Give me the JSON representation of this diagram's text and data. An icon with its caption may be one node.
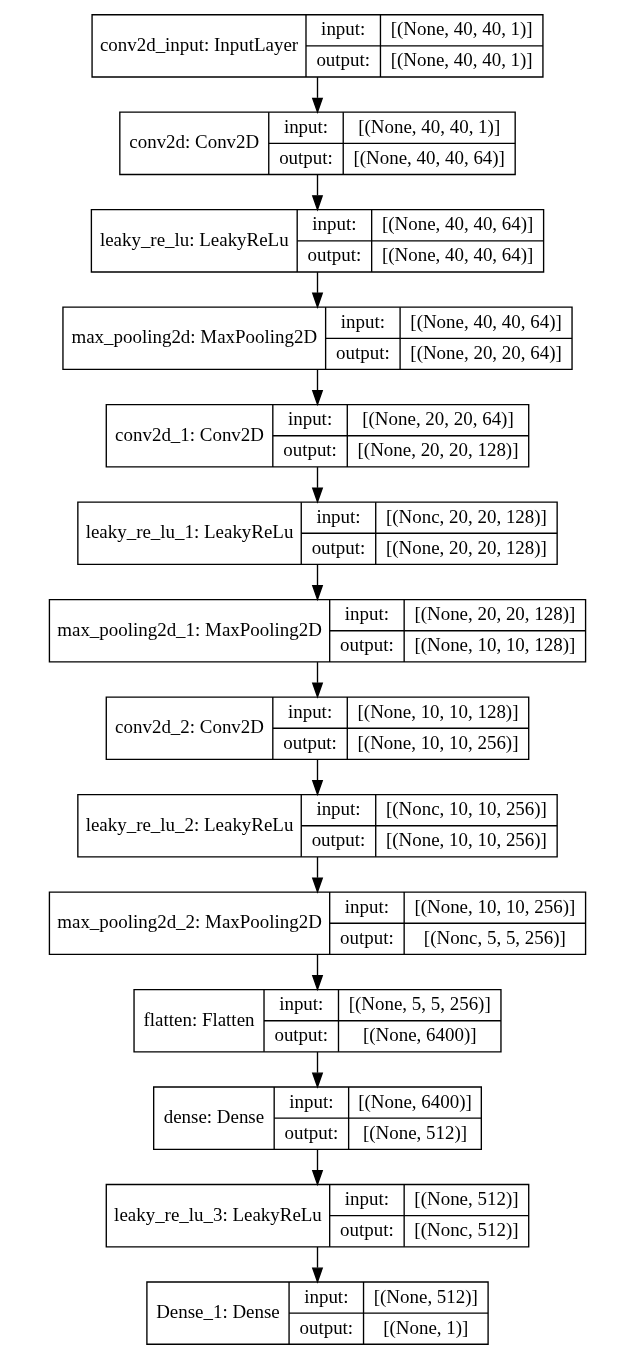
{
  "diagram": {
    "nodes": [
      {
        "text": [
          "conv2d_input: InputLayer",
          "input:",
          "[(None, 40, 40, 1)]",
          "output:",
          "[(None, 40, 40, 1)]"
        ]
      },
      {
        "text": [
          "conv2d: Conv2D",
          "input:",
          "[(None, 40, 40, 1)]",
          "output:",
          "[(None, 40, 40, 64)]"
        ]
      },
      {
        "text": [
          "leaky_re_lu: LeakyReLu",
          "input:",
          "[(None, 40, 40, 64)]",
          "output:",
          "[(None, 40, 40, 64)]"
        ]
      },
      {
        "text": [
          "max_pooling2d: MaxPooling2D",
          "input:",
          "[(None, 40, 40, 64)]",
          "output:",
          "[(None, 20, 20, 64)]"
        ]
      },
      {
        "text": [
          "conv2d_1: Conv2D",
          "input:",
          "[(None, 20, 20, 64)]",
          "output:",
          "[(None, 20, 20, 128)]"
        ]
      },
      {
        "text": [
          "leaky_re_lu_1: LeakyReLu",
          "input:",
          "[(Nonc, 20, 20, 128)]",
          "output:",
          "[(None, 20, 20, 128)]"
        ]
      },
      {
        "text": [
          "max_pooling2d_1: MaxPooling2D",
          "input:",
          "[(None, 20, 20, 128)]",
          "output:",
          "[(None, 10, 10, 128)]"
        ]
      },
      {
        "text": [
          "conv2d_2: Conv2D",
          "input:",
          "[(None, 10, 10, 128)]",
          "output:",
          "[(None, 10, 10, 256)]"
        ]
      },
      {
        "text": [
          "leaky_re_lu_2: LeakyReLu",
          "input:",
          "[(Nonc, 10, 10, 256)]",
          "output:",
          "[(None, 10, 10, 256)]"
        ]
      },
      {
        "text": [
          "max_pooling2d_2: MaxPooling2D",
          "input:",
          "[(None, 10, 10, 256)]",
          "output:",
          "[(Nonc, 5, 5, 256)]"
        ]
      },
      {
        "text": [
          "flatten: Flatten",
          "input:",
          "[(None, 5, 5, 256)]",
          "output:",
          "[(None, 6400)]"
        ]
      },
      {
        "text": [
          "dense: Dense",
          "input:",
          "[(None, 6400)]",
          "output:",
          "[(None, 512)]"
        ]
      },
      {
        "text": [
          "leaky_re_lu_3: LeakyReLu",
          "input:",
          "[(None, 512)]",
          "output:",
          "[(Nonc, 512)]"
        ]
      },
      {
        "text": [
          "Dense_1: Dense",
          "input:",
          "[(None, 512)]",
          "output:",
          "[(None, 1)]"
        ]
      }
    ],
    "edges": [
      {
        "from": 0,
        "to": 1,
        "arrow": "to"
      },
      {
        "from": 1,
        "to": 2,
        "arrow": "to"
      },
      {
        "from": 2,
        "to": 3,
        "arrow": "to"
      },
      {
        "from": 3,
        "to": 4,
        "arrow": "to"
      },
      {
        "from": 4,
        "to": 5,
        "arrow": "to"
      },
      {
        "from": 5,
        "to": 6,
        "arrow": "to"
      },
      {
        "from": 6,
        "to": 7,
        "arrow": "to"
      },
      {
        "from": 7,
        "to": 8,
        "arrow": "to"
      },
      {
        "from": 8,
        "to": 9,
        "arrow": "to"
      },
      {
        "from": 9,
        "to": 10,
        "arrow": "to"
      },
      {
        "from": 10,
        "to": 11,
        "arrow": "to"
      },
      {
        "from": 11,
        "to": 12,
        "arrow": "to"
      },
      {
        "from": 12,
        "to": 13,
        "arrow": "to"
      }
    ]
  }
}
